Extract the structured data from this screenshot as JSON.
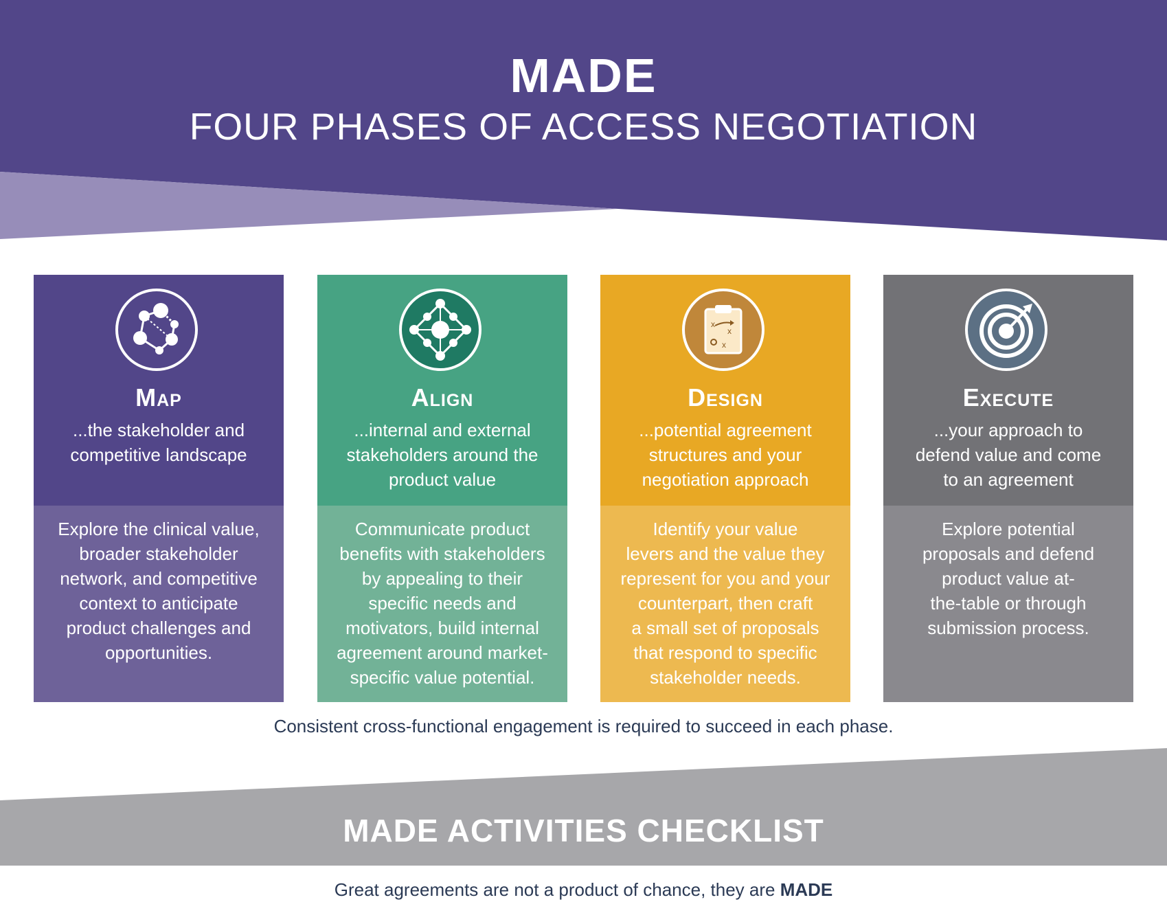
{
  "header": {
    "title": "MADE",
    "subtitle": "FOUR PHASES OF ACCESS NEGOTIATION"
  },
  "colors": {
    "header_purple": "#524689",
    "header_light": "#978db9",
    "map_top": "#524689",
    "map_bottom": "#6e6299",
    "align_top": "#47a383",
    "align_bottom": "#72b297",
    "design_top": "#e8a824",
    "design_bottom": "#edb950",
    "execute_top": "#727276",
    "execute_bottom": "#8a898e",
    "footer_gray": "#a7a7aa",
    "text_dark": "#2b3a55"
  },
  "phases": [
    {
      "name": "Map",
      "icon": "network-nodes-icon",
      "subtitle_lines": [
        "...the stakeholder and",
        "competitive landscape"
      ],
      "description_lines": [
        "Explore the clinical value,",
        "broader stakeholder",
        "network, and competitive",
        "context to anticipate",
        "product challenges and",
        "opportunities."
      ]
    },
    {
      "name": "Align",
      "icon": "diamond-network-icon",
      "subtitle_lines": [
        "...internal and external",
        "stakeholders around the",
        "product value"
      ],
      "description_lines": [
        "Communicate product",
        "benefits with stakeholders",
        "by appealing to their",
        "specific needs and",
        "motivators, build internal",
        "agreement around market-",
        "specific value potential."
      ]
    },
    {
      "name": "Design",
      "icon": "clipboard-play-icon",
      "subtitle_lines": [
        "...potential agreement",
        "structures and your",
        "negotiation approach"
      ],
      "description_lines": [
        "Identify your value",
        "levers and the value they",
        "represent for you and your",
        "counterpart, then craft",
        "a small set of proposals",
        "that respond to specific",
        "stakeholder needs."
      ]
    },
    {
      "name": "Execute",
      "icon": "target-arrow-icon",
      "subtitle_lines": [
        "...your approach to",
        "defend value and come",
        "to an agreement"
      ],
      "description_lines": [
        "Explore potential",
        "proposals and defend",
        "product value at-",
        "the-table or through",
        "submission process."
      ]
    }
  ],
  "note": "Consistent cross-functional engagement is required to succeed in each phase.",
  "checklist_title": "MADE ACTIVITIES CHECKLIST",
  "tagline": {
    "prefix": "Great agreements are not a product of chance, they are ",
    "emphasis": "MADE"
  }
}
